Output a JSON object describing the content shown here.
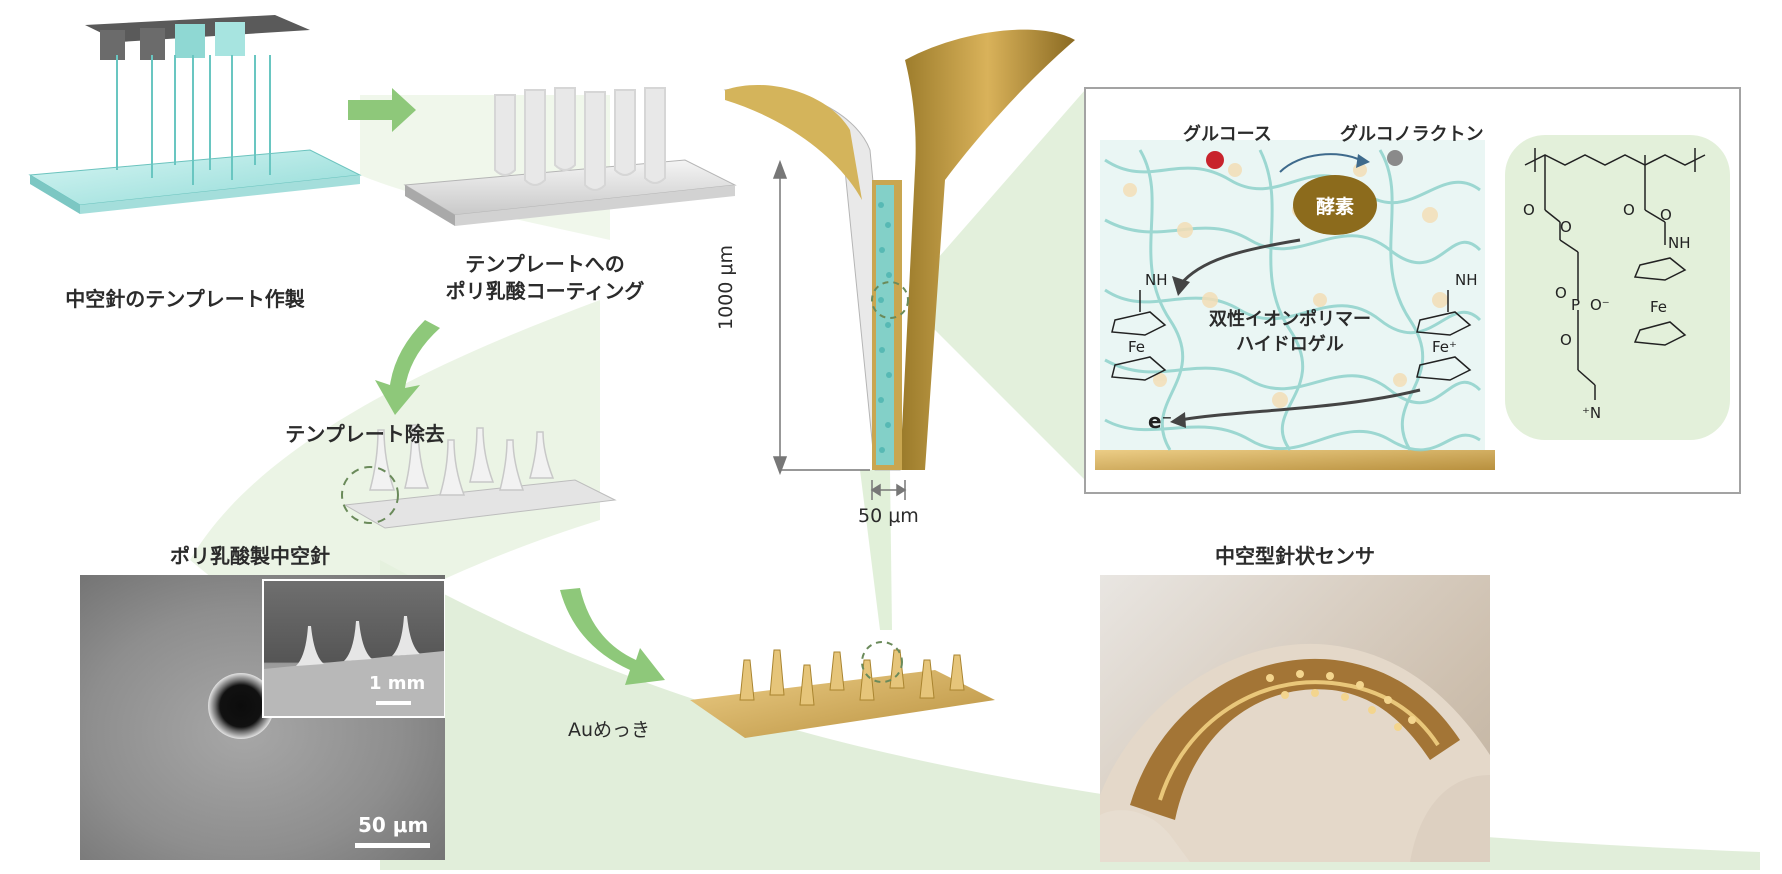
{
  "labels": {
    "template_making": "中空針のテンプレート作製",
    "pla_coating_line1": "テンプレートへの",
    "pla_coating_line2": "ポリ乳酸コーティング",
    "template_removal": "テンプレート除去",
    "pla_hollow_needle": "ポリ乳酸製中空針",
    "au_plating": "Auめっき",
    "hollow_sensor": "中空型針状センサ",
    "height_dim": "1000 μm",
    "width_dim": "50 μm",
    "sem_scale_main": "50 μm",
    "sem_scale_inset": "1 mm"
  },
  "mechanism": {
    "glucose": "グルコース",
    "gluconolactone": "グルコノラクトン",
    "enzyme": "酵素",
    "hydrogel_line1": "双性イオンポリマー",
    "hydrogel_line2": "ハイドロゲル",
    "electron": "e⁻",
    "iron": "Fe",
    "iron_plus": "Fe⁺",
    "amine": "NH"
  },
  "chemistry": {
    "oxygen": "O",
    "phosphorus": "P",
    "o_minus": "O⁻",
    "nitrogen_plus": "⁺N",
    "amine": "NH",
    "iron": "Fe"
  },
  "colors": {
    "green_arrow": "#8ec87a",
    "gold": "#c9a04a",
    "hydrogel": "#9fd8d4",
    "light_green": "#d9ecd0"
  }
}
